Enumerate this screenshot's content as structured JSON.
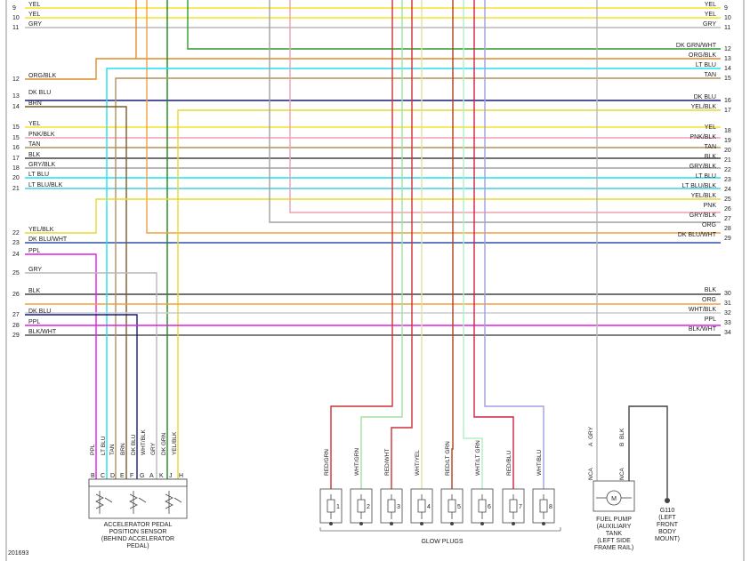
{
  "colors": {
    "YEL": "#f5e22a",
    "GRY": "#b8b8b8",
    "DK GRN/WHT": "#2e9a2e",
    "ORG/BLK": "#e08a2a",
    "LT BLU": "#20e0f0",
    "TAN": "#b0925a",
    "DK BLU": "#1a1a7a",
    "YEL/BLK": "#e8d830",
    "BRN": "#7a5a2a",
    "PNK/BLK": "#f0a0b0",
    "BLK": "#444444",
    "GRY/BLK": "#a0a0a0",
    "LT BLU/BLK": "#40d0e0",
    "PNK": "#f0a0b0",
    "ORG": "#f0a040",
    "DK BLU/WHT": "#3050b0",
    "PPL": "#e020e0",
    "WHT/BLK": "#cccccc",
    "BLK/WHT": "#555555",
    "RED/GRN": "#cc3333",
    "WHT/GRN": "#a0e0a0",
    "RED/WHT": "#cc3333",
    "WHT/YEL": "#e0e0a0",
    "RED/LT GRN": "#b04020",
    "WHT/LT GRN": "#b0f0c0",
    "RED/BLU": "#d02040",
    "WHT/BLU": "#a0a0e0",
    "DK GRN": "#1a8a1a"
  },
  "left_rows": [
    {
      "num": "9",
      "label": "YEL"
    },
    {
      "num": "10",
      "label": "YEL"
    },
    {
      "num": "11",
      "label": "GRY"
    },
    {
      "num": "12",
      "label": "ORG/BLK"
    },
    {
      "num": "13",
      "label": "DK BLU"
    },
    {
      "num": "14",
      "label": "BRN"
    },
    {
      "num": "15",
      "label": "YEL"
    },
    {
      "num": "15",
      "label": "PNK/BLK"
    },
    {
      "num": "16",
      "label": "TAN"
    },
    {
      "num": "17",
      "label": "BLK"
    },
    {
      "num": "18",
      "label": "GRY/BLK"
    },
    {
      "num": "20",
      "label": "LT BLU"
    },
    {
      "num": "21",
      "label": "LT BLU/BLK"
    },
    {
      "num": "22",
      "label": "YEL/BLK"
    },
    {
      "num": "23",
      "label": "DK BLU/WHT"
    },
    {
      "num": "24",
      "label": "PPL"
    },
    {
      "num": "25",
      "label": "GRY"
    },
    {
      "num": "26",
      "label": "BLK"
    },
    {
      "num": "27",
      "label": "DK BLU"
    },
    {
      "num": "28",
      "label": "PPL"
    },
    {
      "num": "29",
      "label": "BLK/WHT"
    }
  ],
  "right_rows": [
    {
      "num": "9",
      "label": "YEL"
    },
    {
      "num": "10",
      "label": "YEL"
    },
    {
      "num": "11",
      "label": "GRY"
    },
    {
      "num": "12",
      "label": "DK GRN/WHT"
    },
    {
      "num": "13",
      "label": "ORG/BLK"
    },
    {
      "num": "14",
      "label": "LT BLU"
    },
    {
      "num": "15",
      "label": "TAN"
    },
    {
      "num": "16",
      "label": "DK BLU"
    },
    {
      "num": "17",
      "label": "YEL/BLK"
    },
    {
      "num": "18",
      "label": "YEL"
    },
    {
      "num": "19",
      "label": "PNK/BLK"
    },
    {
      "num": "20",
      "label": "TAN"
    },
    {
      "num": "21",
      "label": "BLK"
    },
    {
      "num": "22",
      "label": "GRY/BLK"
    },
    {
      "num": "23",
      "label": "LT BLU"
    },
    {
      "num": "24",
      "label": "LT BLU/BLK"
    },
    {
      "num": "25",
      "label": "YEL/BLK"
    },
    {
      "num": "26",
      "label": "PNK"
    },
    {
      "num": "27",
      "label": "GRY/BLK"
    },
    {
      "num": "28",
      "label": "ORG"
    },
    {
      "num": "29",
      "label": "DK BLU/WHT"
    },
    {
      "num": "30",
      "label": "BLK"
    },
    {
      "num": "31",
      "label": "ORG"
    },
    {
      "num": "32",
      "label": "WHT/BLK"
    },
    {
      "num": "33",
      "label": "PPL"
    },
    {
      "num": "34",
      "label": "BLK/WHT"
    }
  ],
  "app_sensor": {
    "wires": [
      "PPL",
      "LT BLU",
      "TAN",
      "BRN",
      "DK BLU",
      "WHT/BLK",
      "GRY",
      "DK GRN",
      "YEL/BLK"
    ],
    "pins": [
      "B",
      "C",
      "D",
      "E",
      "F",
      "G",
      "A",
      "K",
      "J",
      "H"
    ],
    "caption": [
      "ACCELERATOR PEDAL",
      "POSITION SENSOR",
      "(BEHIND ACCELERATOR",
      "PEDAL)"
    ]
  },
  "glow_plugs": {
    "wires": [
      "RED/GRN",
      "WHT/GRN",
      "RED/WHT",
      "WHT/YEL",
      "RED/LT GRN",
      "WHT/LT GRN",
      "RED/BLU",
      "WHT/BLU"
    ],
    "numbers": [
      "1",
      "2",
      "3",
      "4",
      "5",
      "6",
      "7",
      "8"
    ],
    "caption": "GLOW PLUGS"
  },
  "fuel_pump": {
    "wires": [
      "GRY",
      "BLK"
    ],
    "pins": [
      "A",
      "B"
    ],
    "nca": [
      "NCA",
      "NCA"
    ],
    "motor": "M",
    "caption": [
      "FUEL PUMP",
      "(AUXILIARY",
      "TANK",
      "(LEFT SIDE",
      "FRAME RAIL)"
    ]
  },
  "ground": {
    "caption": [
      "G110",
      "(LEFT",
      "FRONT",
      "BODY",
      "MOUNT)"
    ]
  },
  "figure_id": "201693"
}
